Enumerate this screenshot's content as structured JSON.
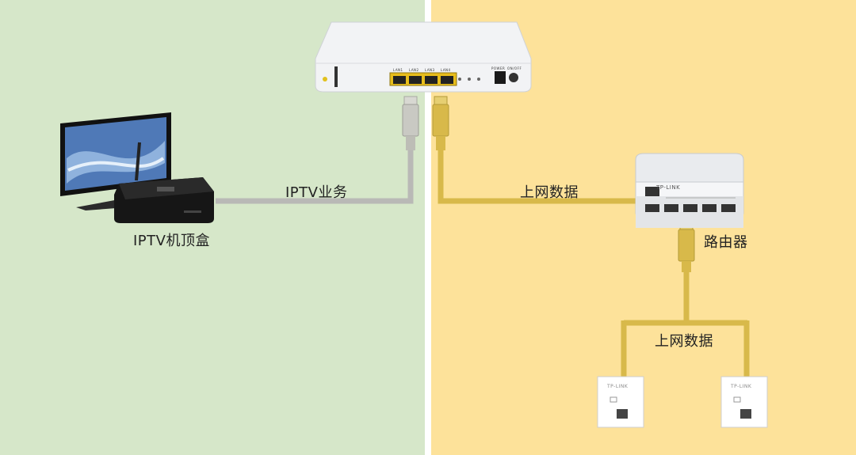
{
  "colors": {
    "left_bg": "#d6e7c9",
    "right_bg": "#fde29a",
    "gray_cable": "#b9b9b6",
    "yellow_cable": "#d8b94a",
    "device_white": "#f2f3f5",
    "device_black": "#151515"
  },
  "labels": {
    "iptv_service": "IPTV业务",
    "iptv_stb": "IPTV机顶盒",
    "internet_data_top": "上网数据",
    "router": "路由器",
    "internet_data_bottom": "上网数据"
  },
  "devices": {
    "router_brand": "TP-LINK",
    "panel_brand": "TP-LINK",
    "modem_ports": [
      "LAN1",
      "LAN2",
      "LAN3",
      "LAN4"
    ],
    "modem_power_labels": [
      "POWER",
      "ON/OFF"
    ]
  },
  "icons": [
    "tv-icon",
    "set-top-box-icon",
    "modem-icon",
    "router-icon",
    "wall-panel-ap-icon",
    "rj45-plug-icon"
  ]
}
